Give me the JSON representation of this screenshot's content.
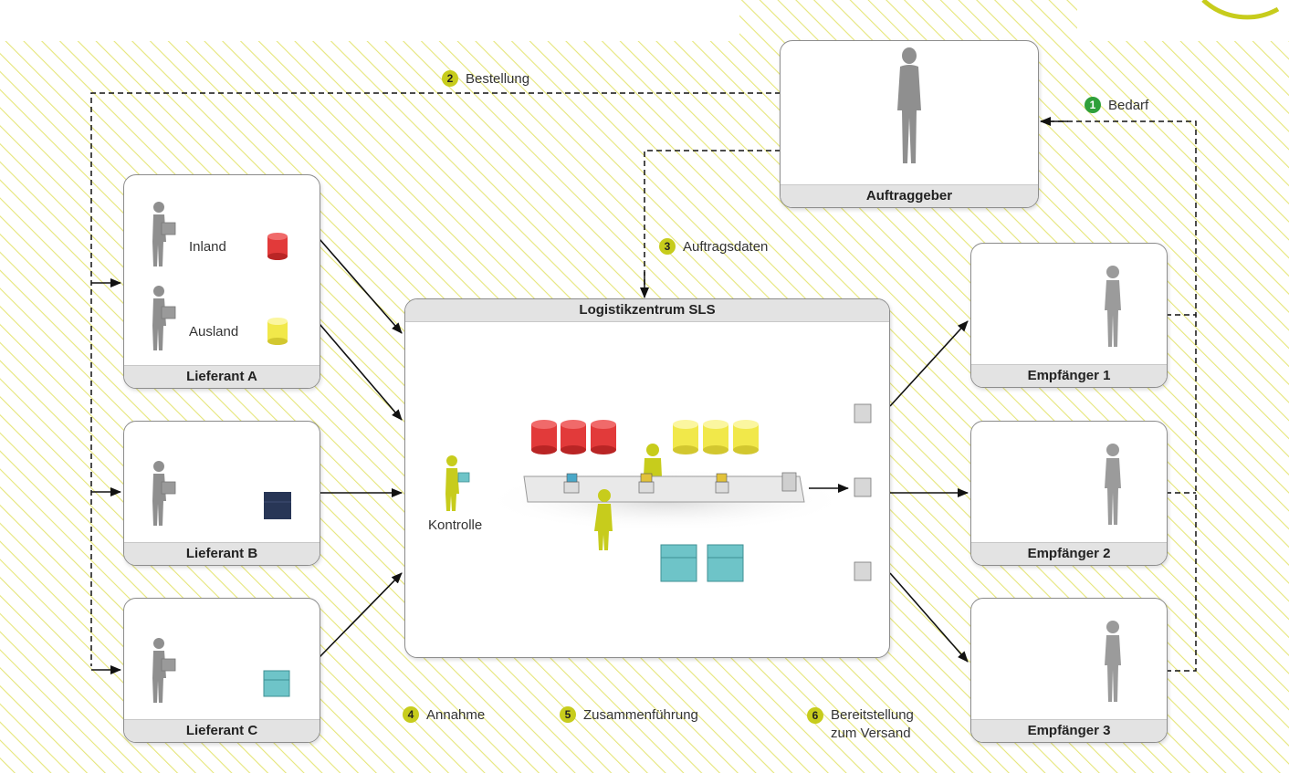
{
  "diagram": {
    "steps": {
      "s1": {
        "num": "1",
        "label": "Bedarf"
      },
      "s2": {
        "num": "2",
        "label": "Bestellung"
      },
      "s3": {
        "num": "3",
        "label": "Auftragsdaten"
      },
      "s4": {
        "num": "4",
        "label": "Annahme"
      },
      "s5": {
        "num": "5",
        "label": "Zusammenführung"
      },
      "s6": {
        "num": "6",
        "label_line1": "Bereitstellung",
        "label_line2": "zum Versand"
      }
    },
    "boxes": {
      "client": "Auftraggeber",
      "supplier_a": "Lieferant A",
      "supplier_b": "Lieferant B",
      "supplier_c": "Lieferant C",
      "center": "Logistikzentrum SLS",
      "recipient_1": "Empfänger 1",
      "recipient_2": "Empfänger 2",
      "recipient_3": "Empfänger 3"
    },
    "labels": {
      "inland": "Inland",
      "ausland": "Ausland",
      "kontrolle": "Kontrolle"
    },
    "colors": {
      "hatch": "#e6e67a",
      "accent_lime": "#c7cc1c",
      "step1_green": "#2fa03a",
      "red_drum": "#e23a3a",
      "yellow_drum": "#f1e84a",
      "navy_box": "#283656",
      "teal_box": "#6ec4c8"
    }
  }
}
